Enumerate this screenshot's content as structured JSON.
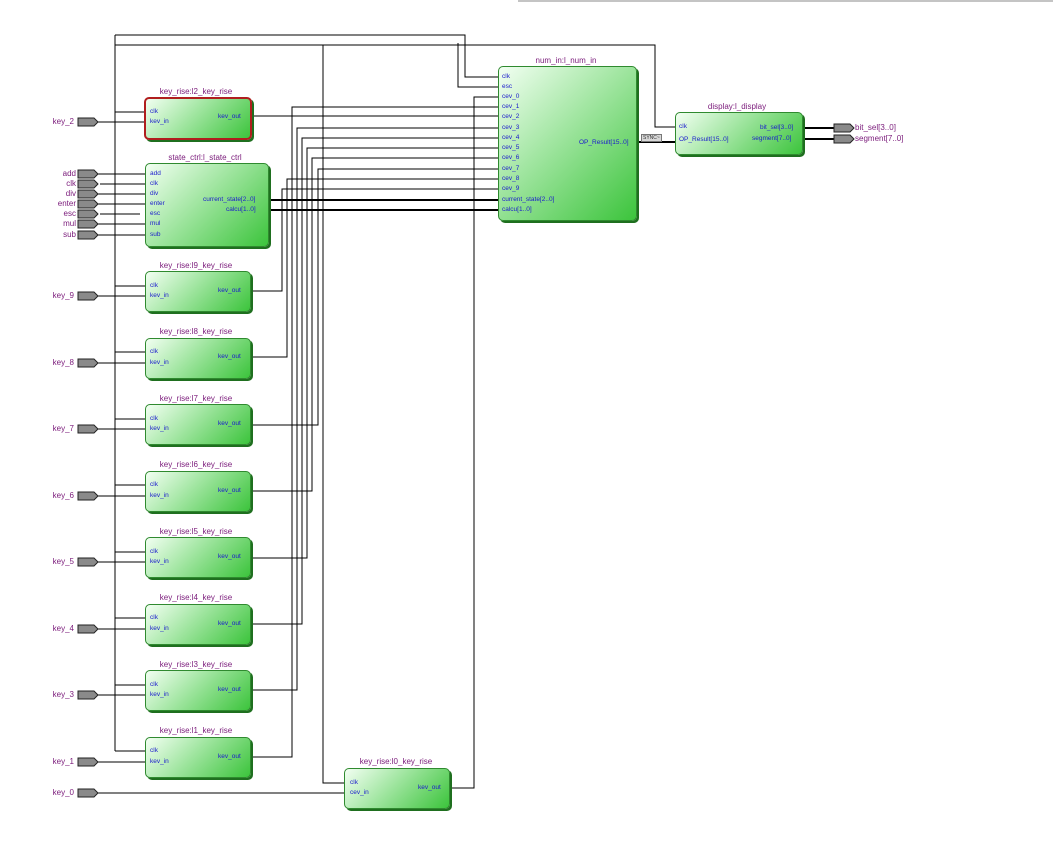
{
  "modules": {
    "key2": {
      "title": "key_rise:l2_key_rise",
      "in": [
        "clk",
        "kev_in"
      ],
      "out": [
        "kev_out"
      ]
    },
    "state": {
      "title": "state_ctrl:l_state_ctrl",
      "in": [
        "add",
        "clk",
        "div",
        "enter",
        "esc",
        "mul",
        "sub"
      ],
      "out": [
        "current_state[2..0]",
        "calcu[1..0]"
      ]
    },
    "key9": {
      "title": "key_rise:l9_key_rise",
      "in": [
        "clk",
        "kev_in"
      ],
      "out": [
        "kev_out"
      ]
    },
    "key8": {
      "title": "key_rise:l8_key_rise",
      "in": [
        "clk",
        "kev_in"
      ],
      "out": [
        "kev_out"
      ]
    },
    "key7": {
      "title": "key_rise:l7_key_rise",
      "in": [
        "clk",
        "kev_in"
      ],
      "out": [
        "kev_out"
      ]
    },
    "key6": {
      "title": "key_rise:l6_key_rise",
      "in": [
        "clk",
        "kev_in"
      ],
      "out": [
        "kev_out"
      ]
    },
    "key5": {
      "title": "key_rise:l5_key_rise",
      "in": [
        "clk",
        "kev_in"
      ],
      "out": [
        "kev_out"
      ]
    },
    "key4": {
      "title": "key_rise:l4_key_rise",
      "in": [
        "clk",
        "kev_in"
      ],
      "out": [
        "kev_out"
      ]
    },
    "key3": {
      "title": "key_rise:l3_key_rise",
      "in": [
        "clk",
        "kev_in"
      ],
      "out": [
        "kev_out"
      ]
    },
    "key1": {
      "title": "key_rise:l1_key_rise",
      "in": [
        "clk",
        "kev_in"
      ],
      "out": [
        "kev_out"
      ]
    },
    "key0": {
      "title": "key_rise:l0_key_rise",
      "in": [
        "clk",
        "cev_in"
      ],
      "out": [
        "kev_out"
      ]
    },
    "numin": {
      "title": "num_in:l_num_in",
      "in": [
        "clk",
        "esc",
        "cev_0",
        "cev_1",
        "cev_2",
        "cev_3",
        "cev_4",
        "cev_5",
        "cev_6",
        "cev_7",
        "cev_8",
        "cev_9",
        "current_state[2..0]",
        "calcu[1..0]"
      ],
      "out": [
        "OP_Result[15..0]"
      ]
    },
    "display": {
      "title": "display:l_display",
      "in": [
        "clk",
        "OP_Result[15..0]"
      ],
      "out": [
        "bit_sel[3..0]",
        "segment[7..0]"
      ]
    }
  },
  "ports_in": {
    "key_2": "key_2",
    "add": "add",
    "clk": "clk",
    "div": "div",
    "enter": "enter",
    "esc": "esc",
    "mul": "mul",
    "sub": "sub",
    "key_9": "key_9",
    "key_8": "key_8",
    "key_7": "key_7",
    "key_6": "key_6",
    "key_5": "key_5",
    "key_4": "key_4",
    "key_3": "key_3",
    "key_1": "key_1",
    "key_0": "key_0"
  },
  "ports_out": {
    "bit_sel": "bit_sel[3..0]",
    "segment": "segment[7..0]"
  },
  "wire_tag": "SYNC~",
  "colors": {
    "block_border": "#2f8a2f",
    "selected_border": "#b01e1e",
    "pin_text": "#1a1acd",
    "port_text": "#7a1a7a",
    "wire": "#000000"
  }
}
